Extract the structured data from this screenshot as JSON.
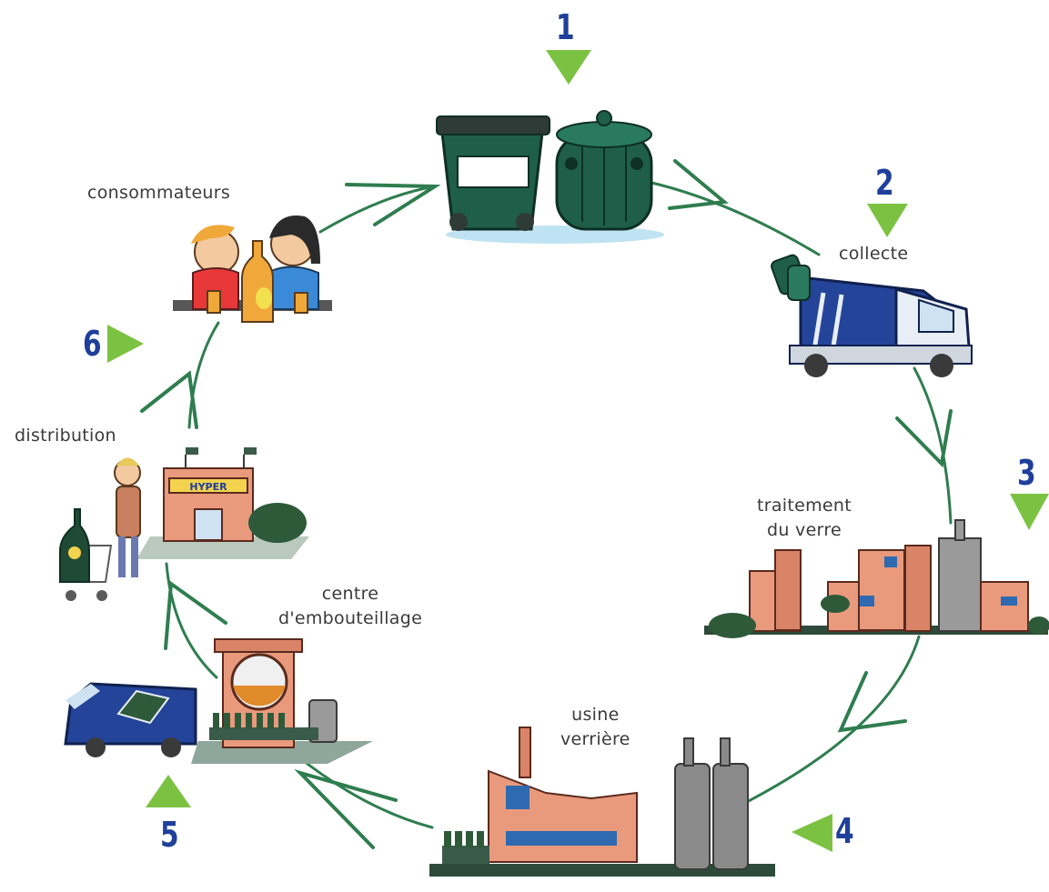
{
  "diagram": {
    "stages": [
      {
        "step": "1",
        "label": ""
      },
      {
        "step": "2",
        "label": "collecte"
      },
      {
        "step": "3",
        "label": "traitement\ndu verre"
      },
      {
        "step": "4",
        "label": "usine\nverrière"
      },
      {
        "step": "5",
        "label": "centre\nd'embouteillage"
      },
      {
        "step": "6",
        "label": "distribution"
      }
    ],
    "consumers_label": "consommateurs",
    "store_sign": "HYPER",
    "colors": {
      "cycle_line": "#2f7d4f",
      "marker": "#7cc242",
      "step_number": "#1f3f9a",
      "label_text": "#3a3a3a",
      "bin_green": "#1f5f4a",
      "truck_blue": "#24449a",
      "building_salmon": "#e99a7c",
      "silo_grey": "#8a8a8a"
    },
    "icons": [
      "recycling-bins-icon",
      "collection-truck-icon",
      "treatment-plant-icon",
      "glass-factory-icon",
      "bottling-plant-icon",
      "delivery-van-icon",
      "supermarket-icon",
      "consumers-icon",
      "cycle-arrow-icon",
      "step-marker-icon"
    ]
  }
}
